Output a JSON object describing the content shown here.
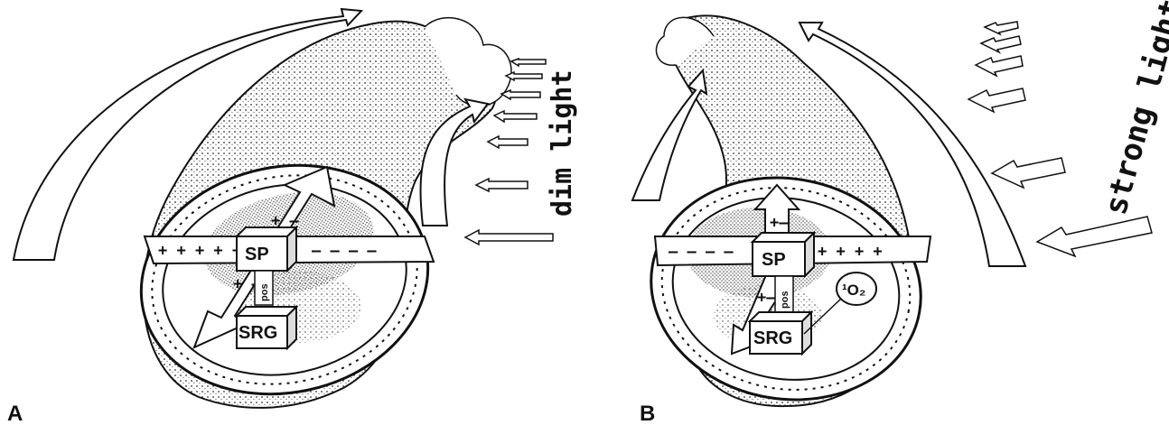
{
  "panel_a": {
    "letter": "A",
    "light_label": "dim light",
    "sp_label": "SP",
    "srg_label": "SRG",
    "pos_label": "pos",
    "band_plus": "+ + + + +",
    "band_minus": "– – – –"
  },
  "panel_b": {
    "letter": "B",
    "light_label": "strong light",
    "sp_label": "SP",
    "srg_label": "SRG",
    "pos_label": "pos",
    "o2_label": "¹O₂",
    "band_minus": "– – – –",
    "band_plus": "+ + + +"
  },
  "colors": {
    "ink": "#111111",
    "stipple": "#6a6a6a",
    "paper": "#ffffff"
  }
}
